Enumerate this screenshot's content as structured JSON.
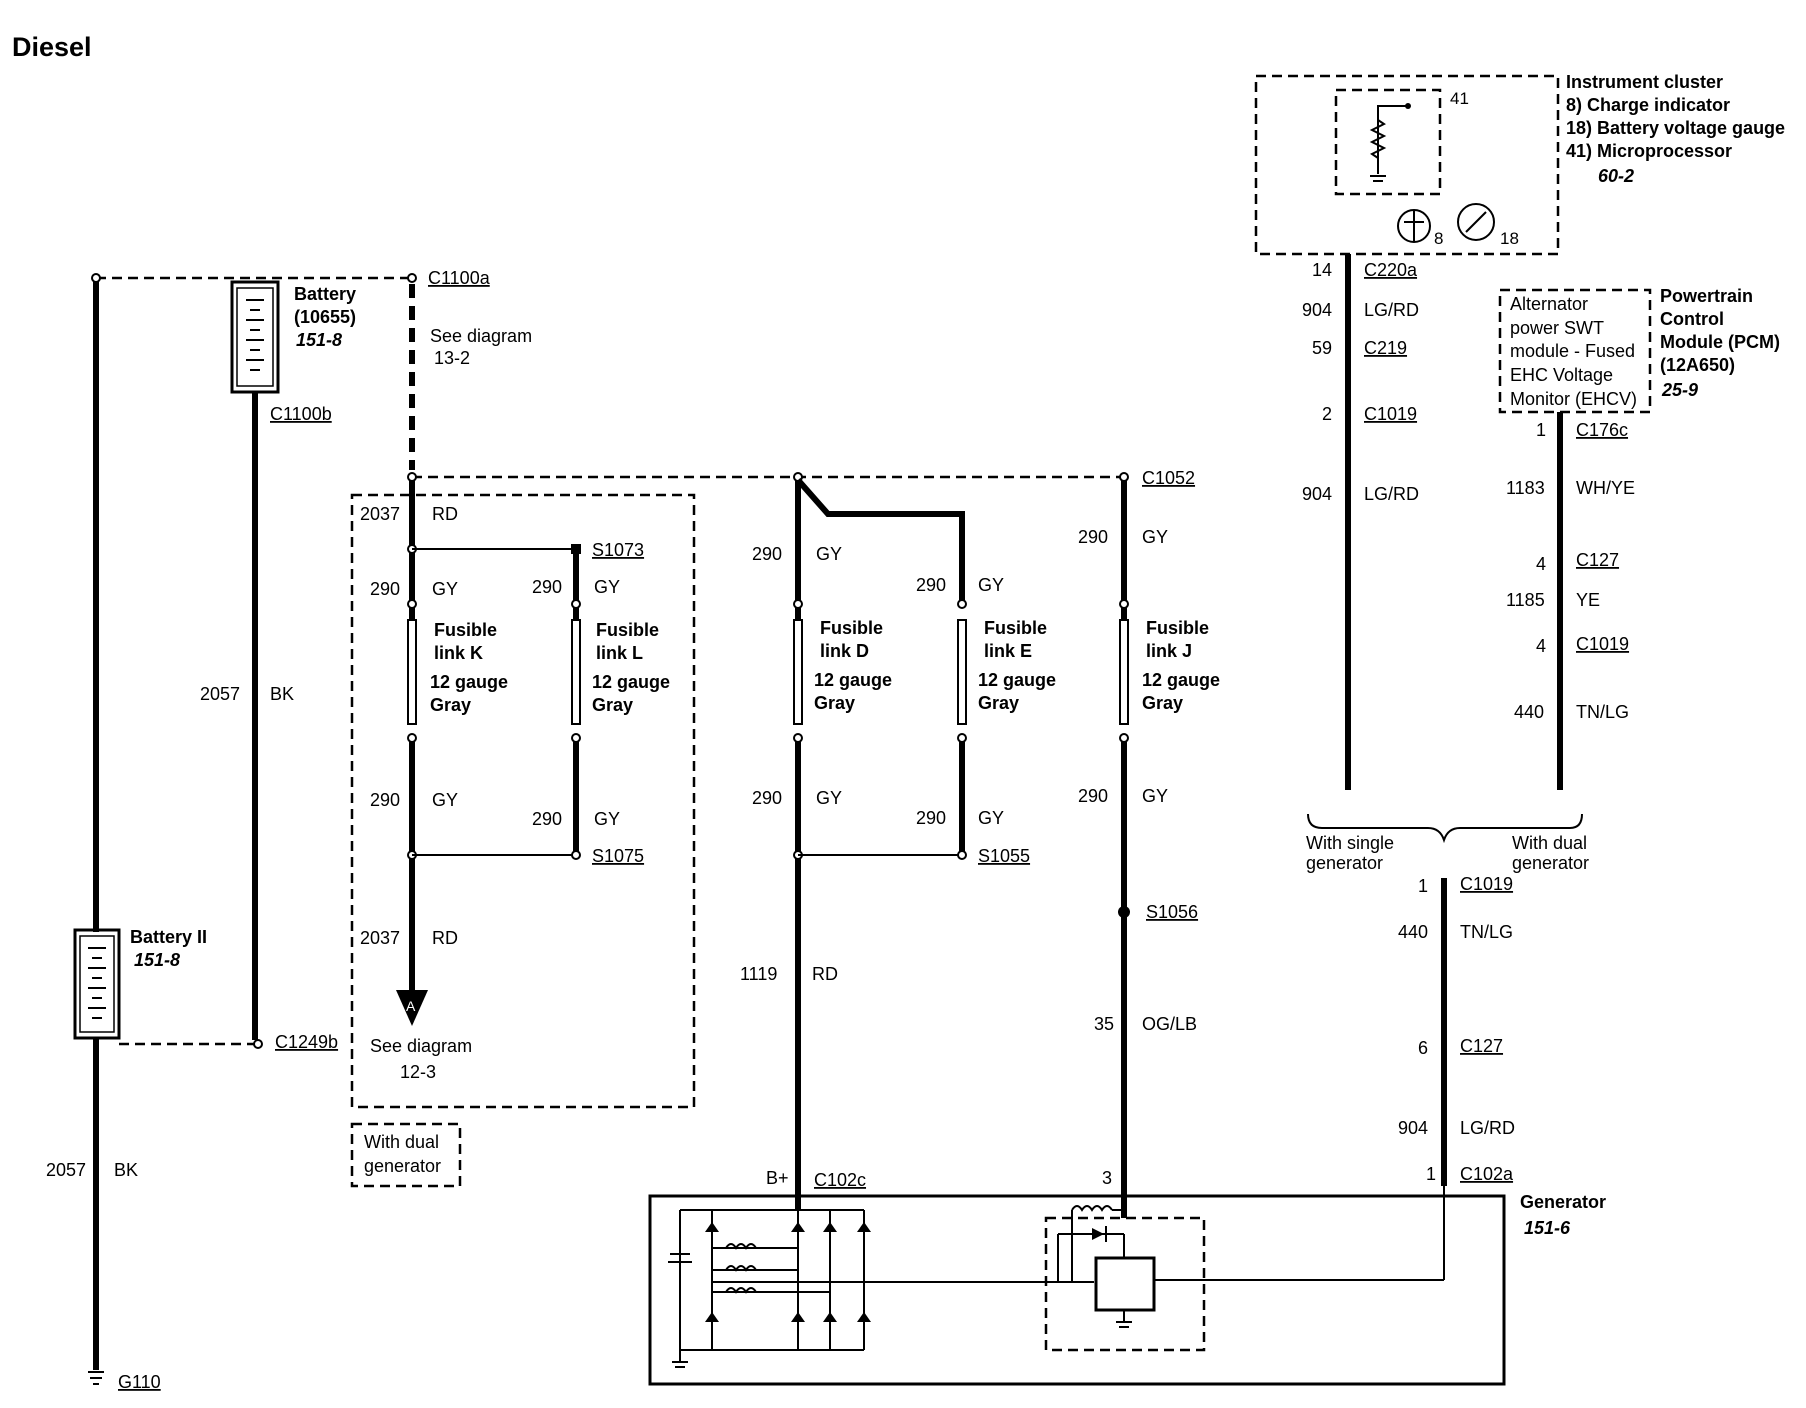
{
  "title": "Diesel",
  "components": {
    "battery": {
      "name": "Battery",
      "part": "(10655)",
      "ref": "151-8"
    },
    "battery2": {
      "name": "Battery II",
      "ref": "151-8"
    },
    "instrument_cluster": {
      "name": "Instrument cluster",
      "items": [
        "8) Charge indicator",
        "18) Battery voltage gauge",
        "41) Microprocessor"
      ],
      "ref": "60-2",
      "pin_labels": [
        "41",
        "8",
        "18"
      ]
    },
    "pcm": {
      "name_lines": [
        "Powertrain",
        "Control",
        "Module (PCM)",
        "(12A650)"
      ],
      "ref": "25-9",
      "box_lines": [
        "Alternator",
        "power SWT",
        "module - Fused",
        "EHC Voltage",
        "Monitor (EHCV)"
      ]
    },
    "generator": {
      "name": "Generator",
      "ref": "151-6"
    },
    "fusible_links": [
      {
        "lines": [
          "Fusible",
          "link K",
          "12 gauge",
          "Gray"
        ]
      },
      {
        "lines": [
          "Fusible",
          "link L",
          "12 gauge",
          "Gray"
        ]
      },
      {
        "lines": [
          "Fusible",
          "link D",
          "12 gauge",
          "Gray"
        ]
      },
      {
        "lines": [
          "Fusible",
          "link E",
          "12 gauge",
          "Gray"
        ]
      },
      {
        "lines": [
          "Fusible",
          "link J",
          "12 gauge",
          "Gray"
        ]
      }
    ],
    "see_diagram_top": [
      "See diagram",
      "13-2"
    ],
    "see_diagram_bottom": [
      "See diagram",
      "12-3"
    ],
    "arrow_label": "A",
    "with_dual_box": [
      "With dual",
      "generator"
    ],
    "with_single": [
      "With single",
      "generator"
    ],
    "with_dual": [
      "With dual",
      "generator"
    ]
  },
  "connectors": {
    "C1100a": "C1100a",
    "C1100b": "C1100b",
    "C1249b": "C1249b",
    "C1052": "C1052",
    "S1073": "S1073",
    "S1075": "S1075",
    "S1055": "S1055",
    "S1056": "S1056",
    "C220a": "C220a",
    "C219": "C219",
    "C1019a": "C1019",
    "C176c": "C176c",
    "C127a": "C127",
    "C1019b": "C1019",
    "C1019c": "C1019",
    "C127b": "C127",
    "C102a": "C102a",
    "C102c": "C102c",
    "G110": "G110"
  },
  "pins": {
    "p14": "14",
    "p59": "59",
    "p2": "2",
    "p1a": "1",
    "p4a": "4",
    "p4b": "4",
    "p1b": "1",
    "p6": "6",
    "p1c": "1",
    "p3": "3",
    "pBplus": "B+"
  },
  "wires": [
    {
      "circuit": "2057",
      "color": "BK"
    },
    {
      "circuit": "2057",
      "color": "BK"
    },
    {
      "circuit": "2037",
      "color": "RD"
    },
    {
      "circuit": "290",
      "color": "GY"
    },
    {
      "circuit": "290",
      "color": "GY"
    },
    {
      "circuit": "290",
      "color": "GY"
    },
    {
      "circuit": "290",
      "color": "GY"
    },
    {
      "circuit": "2037",
      "color": "RD"
    },
    {
      "circuit": "290",
      "color": "GY"
    },
    {
      "circuit": "290",
      "color": "GY"
    },
    {
      "circuit": "290",
      "color": "GY"
    },
    {
      "circuit": "290",
      "color": "GY"
    },
    {
      "circuit": "1119",
      "color": "RD"
    },
    {
      "circuit": "290",
      "color": "GY"
    },
    {
      "circuit": "290",
      "color": "GY"
    },
    {
      "circuit": "35",
      "color": "OG/LB"
    },
    {
      "circuit": "904",
      "color": "LG/RD"
    },
    {
      "circuit": "904",
      "color": "LG/RD"
    },
    {
      "circuit": "1183",
      "color": "WH/YE"
    },
    {
      "circuit": "1185",
      "color": "YE"
    },
    {
      "circuit": "440",
      "color": "TN/LG"
    },
    {
      "circuit": "440",
      "color": "TN/LG"
    },
    {
      "circuit": "904",
      "color": "LG/RD"
    }
  ]
}
